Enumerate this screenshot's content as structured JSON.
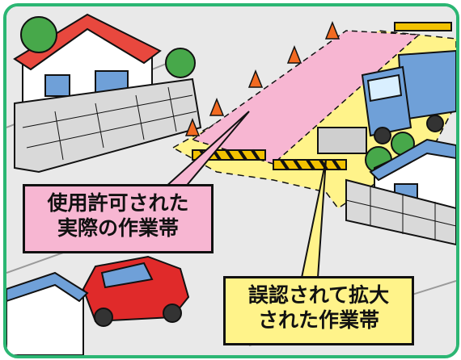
{
  "illustration": {
    "labels": {
      "permitted_zone": {
        "line1": "使用許可された",
        "line2": "実際の作業帯"
      },
      "misrecognized_zone": {
        "line1": "誤認されて拡大",
        "line2": "された作業帯"
      }
    },
    "colors": {
      "frame": "#2bb673",
      "permitted_zone": "#f7b6d2",
      "misrecognized_zone": "#fff38a",
      "road": "#e9e9e9",
      "truck": "#6fa0d8",
      "car": "#e02a2a",
      "house_roof": "#e8483e",
      "wall": "#d9d9d9",
      "barrier_stripe": "#f2c200",
      "cone": "#f26a21"
    },
    "icons": [
      "house-icon",
      "truck-icon",
      "car-icon",
      "traffic-cone-icon",
      "barrier-icon",
      "tree-icon"
    ]
  }
}
